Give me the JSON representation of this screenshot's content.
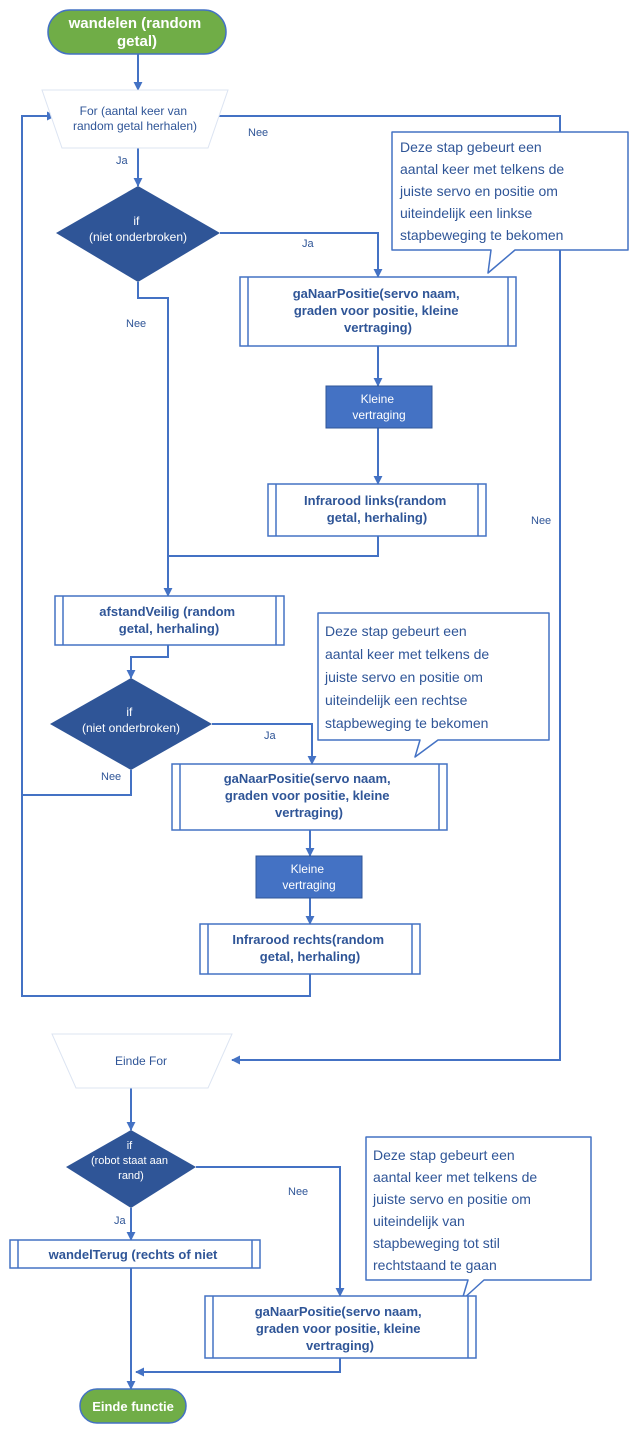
{
  "colors": {
    "line": "#4472C4",
    "fill_blue": "#4472C4",
    "fill_green": "#70AD47",
    "text_blue": "#2F5597",
    "white": "#FFFFFF"
  },
  "nodes": {
    "start": [
      "wandelen (random",
      "getal)"
    ],
    "for_start": [
      "For (aantal keer van",
      "random getal herhalen)"
    ],
    "if1": [
      "if",
      "(niet onderbroken)"
    ],
    "proc1": [
      "gaNaarPositie(servo naam,",
      "graden voor positie, kleine",
      "vertraging)"
    ],
    "delay1": [
      "Kleine",
      "vertraging"
    ],
    "proc2": [
      "Infrarood links(random",
      "getal, herhaling)"
    ],
    "proc3": [
      "afstandVeilig (random",
      "getal, herhaling)"
    ],
    "if2": [
      "if",
      "(niet onderbroken)"
    ],
    "proc4": [
      "gaNaarPositie(servo naam,",
      "graden voor positie, kleine",
      "vertraging)"
    ],
    "delay2": [
      "Kleine",
      "vertraging"
    ],
    "proc5": [
      "Infrarood rechts(random",
      "getal, herhaling)"
    ],
    "for_end": [
      "Einde For"
    ],
    "if3": [
      "if",
      "(robot staat aan",
      "rand)"
    ],
    "proc6": [
      "wandelTerug (rechts of niet"
    ],
    "proc7": [
      "gaNaarPositie(servo naam,",
      "graden voor positie, kleine",
      "vertraging)"
    ],
    "end": [
      "Einde functie"
    ]
  },
  "callouts": {
    "c1": [
      "Deze stap gebeurt een",
      "aantal keer met telkens de",
      "juiste servo en positie om",
      "uiteindelijk een linkse",
      "stapbeweging te bekomen"
    ],
    "c2": [
      "Deze stap gebeurt een",
      "aantal keer met telkens de",
      "juiste servo en positie om",
      "uiteindelijk een rechtse",
      "stapbeweging te bekomen"
    ],
    "c3": [
      "Deze stap gebeurt een",
      "aantal keer met telkens de",
      "juiste servo en positie om",
      "uiteindelijk van",
      "stapbeweging tot stil",
      "rechtstaand te gaan"
    ]
  },
  "edge_labels": {
    "for_ja": "Ja",
    "for_nee_top": "Nee",
    "for_nee_side": "Nee",
    "if1_ja": "Ja",
    "if1_nee": "Nee",
    "if2_ja": "Ja",
    "if2_nee": "Nee",
    "if3_ja": "Ja",
    "if3_nee": "Nee"
  }
}
